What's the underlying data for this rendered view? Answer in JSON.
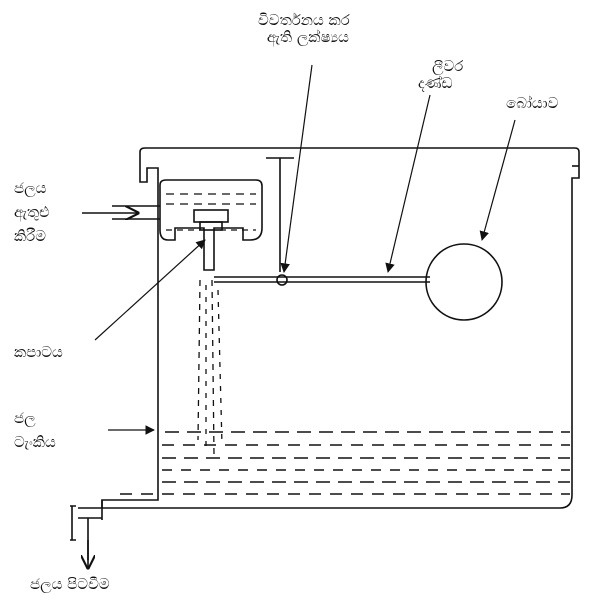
{
  "labels": {
    "fulcrum_line1": "විවර්තනය කර",
    "fulcrum_line2": "ඇති ලක්ෂ්‍යය",
    "lever_line1": "ලීවර",
    "lever_line2": "දණ්ඩ",
    "float": "බෝයාව",
    "water_in_line1": "ජලය",
    "water_in_line2": "ඇතුළු",
    "water_in_line3": "කිරීම",
    "valve": "කපාටය",
    "tank_line1": "ජල",
    "tank_line2": "ටැංකිය",
    "water_out": "ජලය පිටවීම"
  },
  "colors": {
    "ink": "#111111",
    "background": "#ffffff"
  }
}
